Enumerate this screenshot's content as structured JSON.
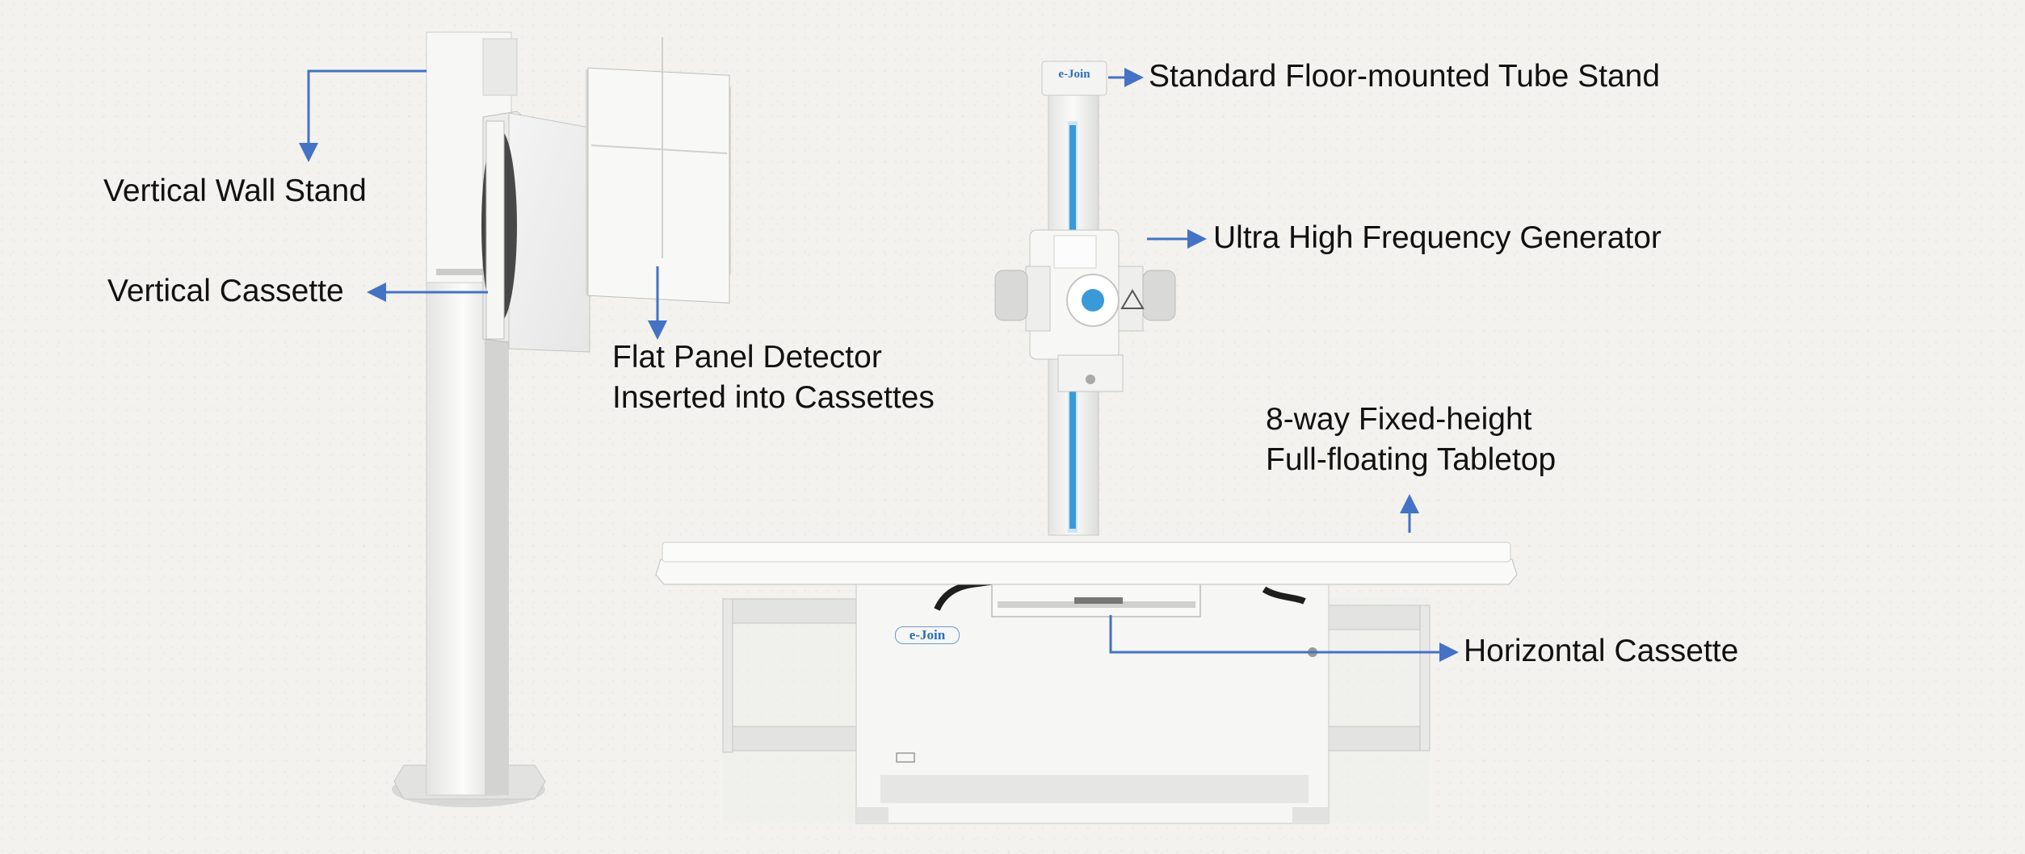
{
  "labels": {
    "wall_stand": "Vertical Wall Stand",
    "vertical_cassette": "Vertical Cassette",
    "flat_panel_line1": "Flat Panel Detector",
    "flat_panel_line2": "Inserted into Cassettes",
    "tube_stand": "Standard Floor-mounted Tube Stand",
    "generator": "Ultra High Frequency Generator",
    "tabletop_line1": "8-way Fixed-height",
    "tabletop_line2": "Full-floating Tabletop",
    "horizontal_cassette": "Horizontal Cassette"
  },
  "logos": {
    "tube_stand_logo": "e-Join",
    "table_logo": "e-Join"
  },
  "colors": {
    "arrow": "#4472c4",
    "equipment": "#f7f7f5",
    "equipment_edge": "#c9c9c6",
    "scale_blue": "#3a9ad9",
    "background": "#f3f2ee"
  }
}
